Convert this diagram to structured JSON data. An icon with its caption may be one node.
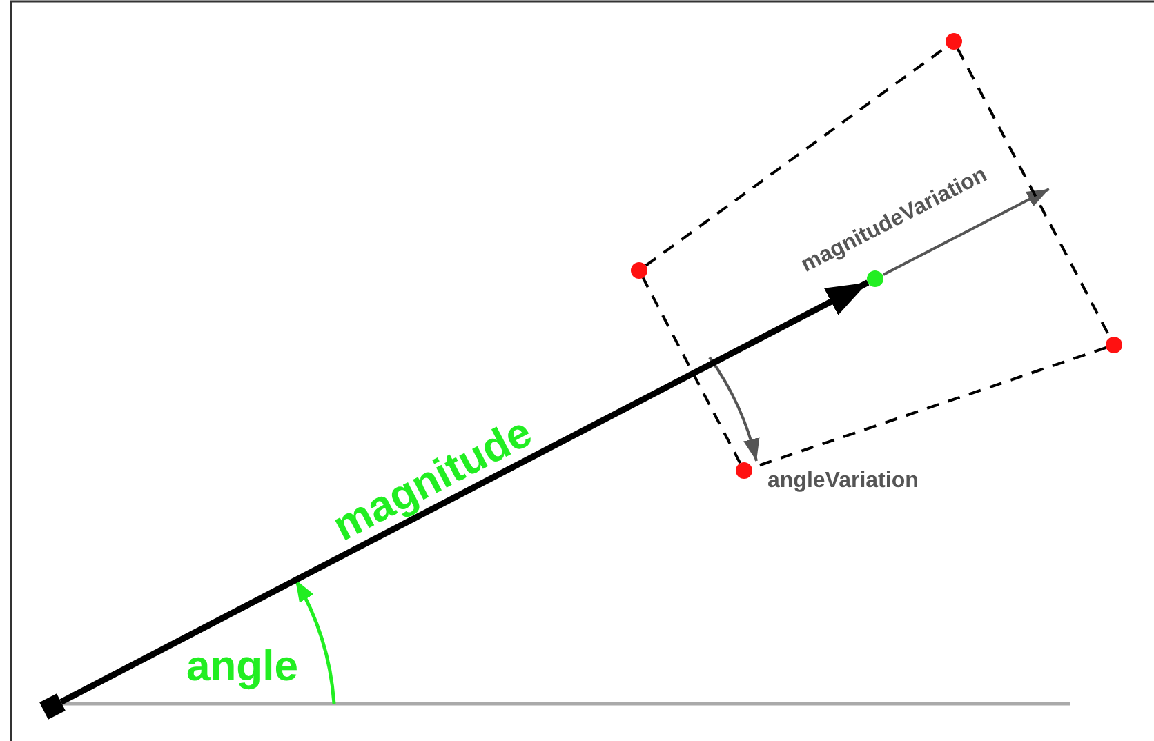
{
  "diagram": {
    "nodes": [
      {
        "text": [],
        "shape": "box"
      },
      {
        "text": [],
        "shape": "circle"
      },
      {
        "text": [],
        "shape": "circle"
      },
      {
        "text": [],
        "shape": "circle"
      },
      {
        "text": [],
        "shape": "circle"
      },
      {
        "text": [],
        "shape": "circle"
      }
    ],
    "edges": [
      {
        "from": 0,
        "to": 1,
        "arrow": "to",
        "label": "magnitude",
        "style": "thick"
      },
      {
        "from": 2,
        "to": 4,
        "arrow": "none",
        "style": "dashed"
      },
      {
        "from": 4,
        "to": 5,
        "arrow": "none",
        "style": "dashed"
      },
      {
        "from": 5,
        "to": 3,
        "arrow": "none",
        "style": "dashed"
      },
      {
        "from": 3,
        "to": 2,
        "arrow": "none",
        "style": "dashed"
      }
    ],
    "labels": [
      "magnitudeVariation",
      "angleVariation",
      "angle"
    ]
  }
}
